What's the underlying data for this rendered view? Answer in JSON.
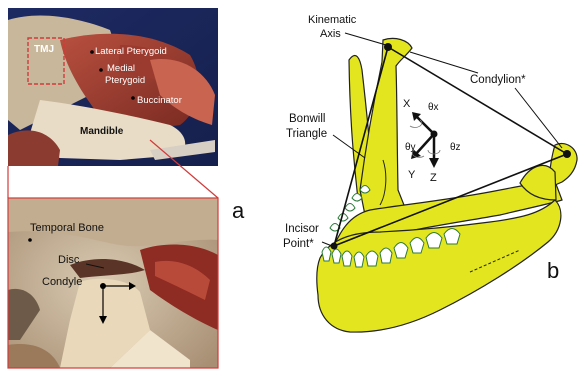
{
  "panel_a": {
    "top_photo_labels": {
      "tmj": "TMJ",
      "lateral_pterygoid": "Lateral Pterygoid",
      "medial_pterygoid_line1": "Medial",
      "medial_pterygoid_line2": "Pterygoid",
      "buccinator": "Buccinator",
      "mandible": "Mandible"
    },
    "bottom_photo_labels": {
      "temporal_bone": "Temporal Bone",
      "disc": "Disc",
      "condyle": "Condyle"
    },
    "panel_letter": "a"
  },
  "panel_b": {
    "labels": {
      "kinematic_axis_line1": "Kinematic",
      "kinematic_axis_line2": "Axis",
      "condylion": "Condylion*",
      "bonwill_line1": "Bonwill",
      "bonwill_line2": "Triangle",
      "incisor_line1": "Incisor",
      "incisor_line2": "Point*"
    },
    "axes": {
      "x": "X",
      "y": "Y",
      "z": "Z",
      "theta_x": "θx",
      "theta_y": "θy",
      "theta_z": "θz"
    },
    "panel_letter": "b"
  },
  "colors": {
    "mandible_fill": "#e3e61e",
    "callout_red": "#d23a3a",
    "background": "#ffffff"
  }
}
